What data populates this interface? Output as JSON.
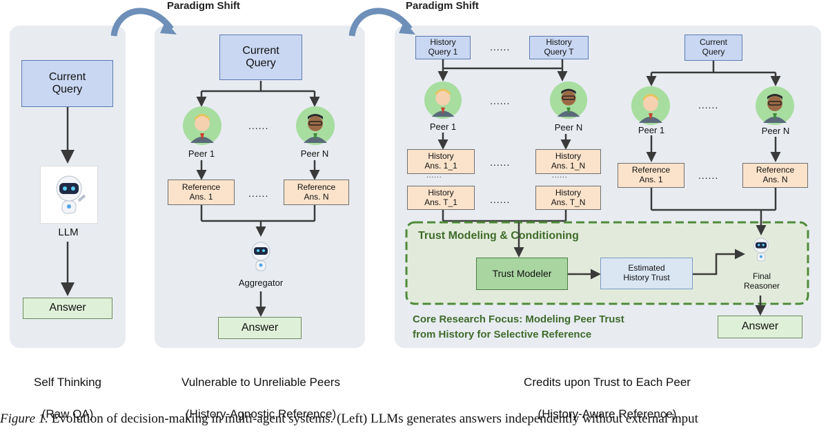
{
  "shift_labels": [
    "Paradigm Shift",
    "Paradigm Shift"
  ],
  "panel1": {
    "query": "Current\nQuery",
    "llm_label": "LLM",
    "answer": "Answer",
    "title_line1": "Self Thinking",
    "title_line2": "(Raw QA)"
  },
  "panel2": {
    "query": "Current\nQuery",
    "peer1": "Peer 1",
    "peerN": "Peer N",
    "ref1": "Reference\nAns. 1",
    "refN": "Reference\nAns. N",
    "dots": "......",
    "aggregator": "Aggregator",
    "answer": "Answer",
    "title_line1": "Vulnerable to Unreliable Peers",
    "title_line2": "(History-Agnostic Reference)"
  },
  "panel3": {
    "hquery1": "History\nQuery 1",
    "hqueryT": "History\nQuery T",
    "peer1": "Peer 1",
    "peerN": "Peer N",
    "hist_1_1": "History\nAns. 1_1",
    "hist_1_N": "History\nAns. 1_N",
    "hist_T_1": "History\nAns. T_1",
    "hist_T_N": "History\nAns. T_N",
    "current_query": "Current\nQuery",
    "cpeer1": "Peer 1",
    "cpeerN": "Peer N",
    "ref1": "Reference\nAns. 1",
    "refN": "Reference\nAns. N",
    "dots": "......",
    "trust_title": "Trust Modeling & Conditioning",
    "trust_modeler": "Trust Modeler",
    "estimated_trust": "Estimated\nHistory Trust",
    "final_reasoner": "Final\nReasoner",
    "answer": "Answer",
    "focus": "Core Research Focus: Modeling Peer Trust\nfrom History for Selective Reference",
    "title_line1": "Credits upon Trust to Each Peer",
    "title_line2": "(History-Aware Reference)"
  },
  "caption": {
    "figure": "Figure 1.",
    "text": " Evolution of decision-making in multi-agent systems. (Left) LLMs generates answers independently without external input"
  },
  "colors": {
    "panel_bg": "#e8ecf1",
    "query_fill": "#c9d7f2",
    "reference_fill": "#fbe3cb",
    "answer_fill": "#dff0d8",
    "trust_border": "#4f8a3a",
    "arrow": "#3a3a3a",
    "shift_arrow": "#6d8fb8"
  }
}
